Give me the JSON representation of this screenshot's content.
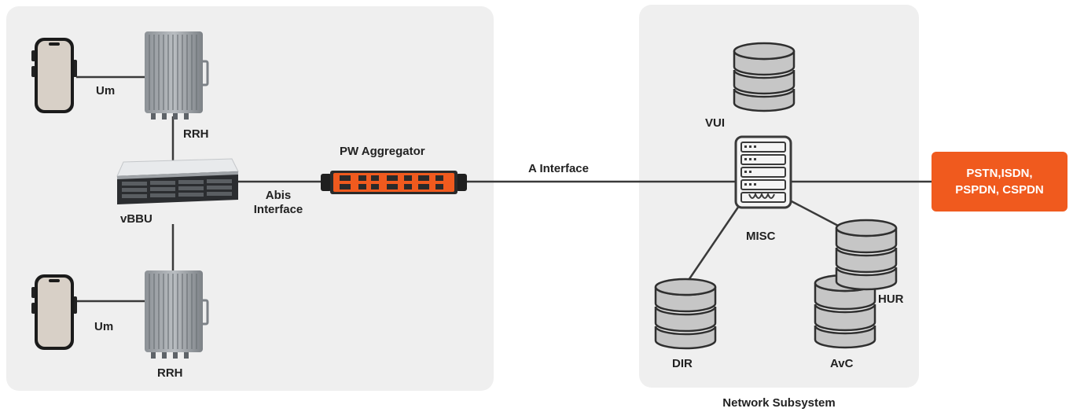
{
  "colors": {
    "accent": "#f05a1e",
    "panel": "#efefef",
    "line": "#3a3a3a"
  },
  "labels": {
    "um_top": "Um",
    "um_bottom": "Um",
    "rrh_top": "RRH",
    "rrh_bottom": "RRH",
    "vbbu": "vBBU",
    "abis_1": "Abis",
    "abis_2": "Interface",
    "pw_aggregator": "PW Aggregator",
    "a_interface": "A Interface",
    "vui": "VUI",
    "misc": "MISC",
    "dir": "DIR",
    "hur": "HUR",
    "avc": "AvC",
    "network_subsystem": "Network Subsystem",
    "pstn_line1": "PSTN,ISDN,",
    "pstn_line2": "PSPDN, CSPDN"
  },
  "icons": {
    "phone": "smartphone-icon",
    "rrh": "remote-radio-head-icon",
    "vbbu": "server-rack-icon",
    "aggregator": "network-switch-icon",
    "database": "database-icon",
    "misc": "switching-cabinet-icon"
  }
}
